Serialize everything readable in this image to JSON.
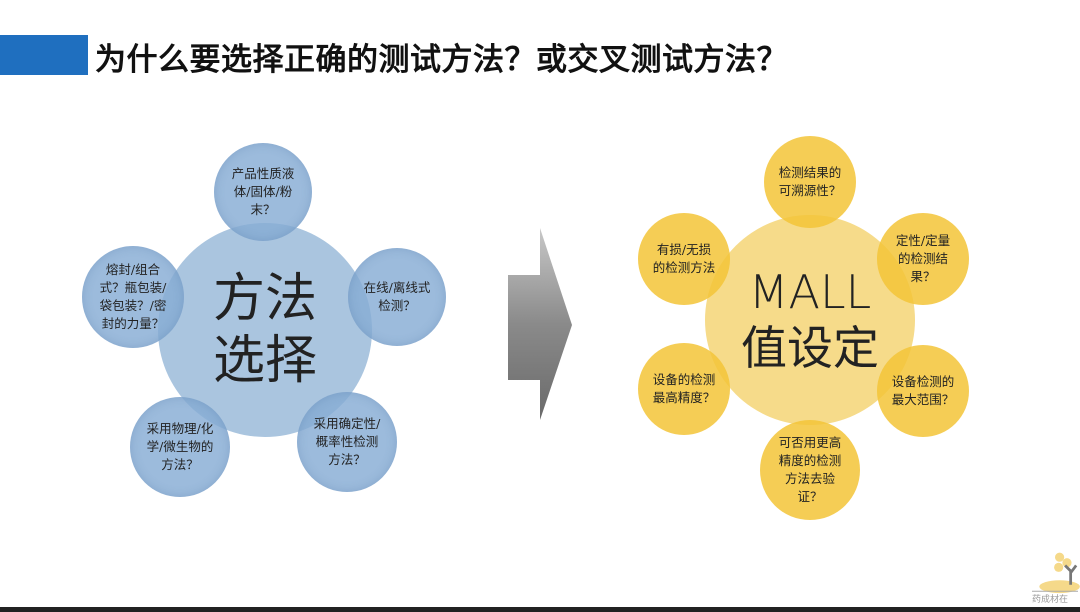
{
  "header": {
    "title": "为什么要选择正确的测试方法？或交叉测试方法？"
  },
  "left_diagram": {
    "center": [
      "方法",
      "选择"
    ],
    "satellites": [
      "产品性质液体/固体/粉末？",
      "在线/离线式检测？",
      "采用确定性/概率性检测方法？",
      "采用物理/化学/微生物的方法？",
      "熔封/组合式？瓶包装/袋包装？/密封的力量？"
    ],
    "color": "#86acd4"
  },
  "right_diagram": {
    "center": [
      "MALL",
      "值设定"
    ],
    "satellites": [
      "检测结果的可溯源性？",
      "定性/定量的检测结果？",
      "设备检测的最大范围？",
      "可否用更高精度的检测方法去验证？",
      "设备的检测最高精度？",
      "有损/无损的检测方法"
    ],
    "color": "#f3c437"
  },
  "logo": {
    "text": "药成材在"
  }
}
